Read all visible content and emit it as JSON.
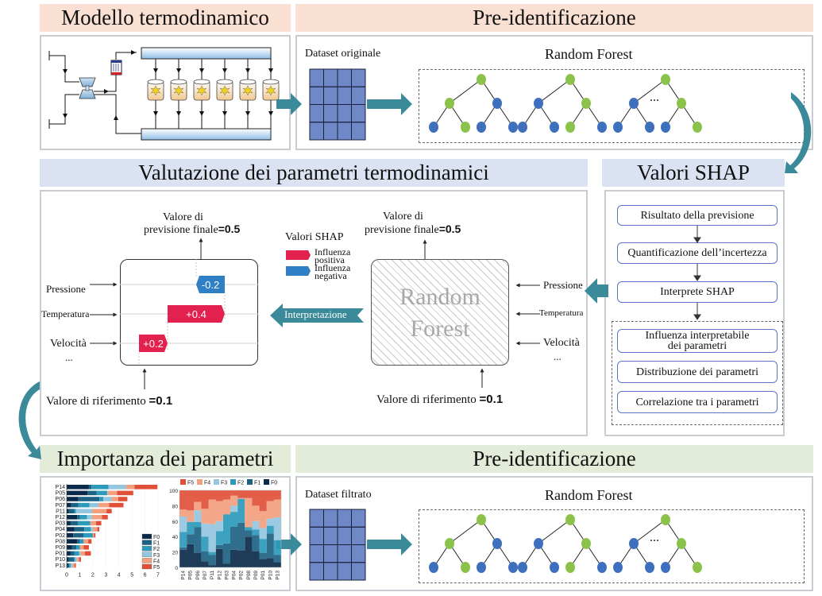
{
  "colors": {
    "teal_arrow": "#3a8a9a",
    "positive": "#e3214f",
    "negative": "#2f7fc4",
    "node_green": "#8bc34a",
    "node_blue": "#3f6fbf",
    "grid_cell": "#6e88c8"
  },
  "sections": {
    "thermo_model": {
      "title": "Modello termodinamico"
    },
    "pre_id_top": {
      "title": "Pre-identificazione",
      "dataset_label": "Dataset originale",
      "forest_title": "Random Forest",
      "ellipsis": "..."
    },
    "evaluation": {
      "title": "Valutazione dei parametri termodinamici",
      "final_prediction_line1": "Valore di",
      "final_prediction_line2": "previsione finale",
      "final_prediction_value": "=0.5",
      "reference_label": "Valore di riferimento ",
      "reference_value": "=0.1",
      "inputs": [
        "Pressione",
        "Temperatura",
        "Velocità",
        "..."
      ],
      "shap_bars": [
        {
          "feature": "Pressione",
          "label": "-0.2",
          "value": -0.2,
          "sign": "negative"
        },
        {
          "feature": "Temperatura",
          "label": "+0.4",
          "value": 0.4,
          "sign": "positive"
        },
        {
          "feature": "Velocità",
          "label": "+0.2",
          "value": 0.2,
          "sign": "positive"
        }
      ],
      "legend_title": "Valori SHAP",
      "legend_positive": [
        "Influenza",
        "positiva"
      ],
      "legend_negative": [
        "Influenza",
        "negativa"
      ],
      "interpretation_label": "Interpretazione",
      "model_label_line1": "Random",
      "model_label_line2": "Forest"
    },
    "shap_values": {
      "title": "Valori SHAP",
      "steps": [
        "Risultato della previsione",
        "Quantificazione dell’incertezza",
        "Interprete SHAP"
      ],
      "outputs": [
        [
          "Influenza interpretabile",
          "dei parametri"
        ],
        [
          "Distribuzione dei parametri"
        ],
        [
          "Correlazione tra i parametri"
        ]
      ]
    },
    "importance": {
      "title": "Importanza dei parametri"
    },
    "pre_id_bottom": {
      "title": "Pre-identificazione",
      "dataset_label": "Dataset filtrato",
      "forest_title": "Random Forest",
      "ellipsis": "..."
    }
  },
  "chart_data": [
    {
      "type": "bar",
      "orientation": "horizontal-stacked",
      "title": "",
      "categories": [
        "P14",
        "P05",
        "P06",
        "P07",
        "P11",
        "P12",
        "P03",
        "P04",
        "P02",
        "P08",
        "P09",
        "P01",
        "P10",
        "P13"
      ],
      "series": [
        {
          "name": "F0",
          "color": "#0b2a4a",
          "values": [
            1.7,
            1.6,
            0.9,
            0.35,
            0.15,
            0.8,
            0.3,
            0.6,
            0.5,
            0.8,
            0.4,
            0.3,
            0.15,
            0.1
          ]
        },
        {
          "name": "F1",
          "color": "#1d6283",
          "values": [
            0.2,
            0.7,
            1.6,
            0.55,
            0.45,
            0.2,
            0.55,
            0.75,
            0.8,
            0.2,
            0.35,
            0.3,
            0.4,
            0.1
          ]
        },
        {
          "name": "F2",
          "color": "#2b9abb",
          "values": [
            1.3,
            0.8,
            0.3,
            0.85,
            0.1,
            0.55,
            0.95,
            0.5,
            0.7,
            0.3,
            0.25,
            0.35,
            0.1,
            0.1
          ]
        },
        {
          "name": "F3",
          "color": "#94c6e0",
          "values": [
            1.35,
            0.05,
            0.65,
            0.7,
            1.25,
            0.4,
            0.0,
            0.15,
            0.0,
            0.0,
            0.0,
            0.1,
            0.15,
            0.15
          ]
        },
        {
          "name": "F4",
          "color": "#f2a07e",
          "values": [
            0.65,
            0.7,
            0.5,
            0.8,
            1.1,
            0.75,
            0.45,
            0.35,
            0.1,
            0.35,
            0.3,
            0.35,
            0.15,
            0.15
          ]
        },
        {
          "name": "F5",
          "color": "#e05038",
          "values": [
            1.75,
            1.25,
            0.7,
            1.1,
            0.4,
            0.45,
            0.4,
            0.15,
            0.1,
            0.25,
            0.4,
            0.45,
            0.15,
            0.1
          ]
        }
      ],
      "xlim": [
        0,
        7
      ],
      "xticks": [
        0,
        1,
        2,
        3,
        4,
        5,
        6,
        7
      ],
      "legend": "bottom-right"
    },
    {
      "type": "area",
      "stacked": "percent",
      "categories": [
        "P14",
        "P05",
        "P06",
        "P07",
        "P11",
        "P12",
        "P03",
        "P04",
        "P02",
        "P08",
        "P09",
        "P01",
        "P10",
        "P13"
      ],
      "series": [
        {
          "name": "F0",
          "color": "#0b2a4a",
          "values": [
            23,
            30,
            19,
            8,
            3,
            24,
            5,
            23,
            22,
            40,
            21,
            11,
            12,
            7
          ]
        },
        {
          "name": "F1",
          "color": "#1d6283",
          "values": [
            3,
            13,
            33,
            13,
            13,
            5,
            26,
            30,
            36,
            8,
            21,
            8,
            32,
            9
          ]
        },
        {
          "name": "F2",
          "color": "#2b9abb",
          "values": [
            20,
            16,
            7,
            19,
            4,
            18,
            38,
            19,
            31,
            4,
            7,
            18,
            10,
            19
          ]
        },
        {
          "name": "F3",
          "color": "#94c6e0",
          "values": [
            20,
            0,
            15,
            17,
            36,
            13,
            0,
            8,
            0,
            0,
            11,
            14,
            9,
            30
          ]
        },
        {
          "name": "F4",
          "color": "#f2a07e",
          "values": [
            9,
            15,
            11,
            19,
            32,
            26,
            19,
            13,
            1,
            38,
            20,
            22,
            23,
            23
          ]
        },
        {
          "name": "F5",
          "color": "#e05038",
          "values": [
            25,
            26,
            15,
            24,
            12,
            14,
            12,
            7,
            10,
            10,
            20,
            27,
            14,
            12
          ]
        }
      ],
      "ylim": [
        0,
        100
      ],
      "yticks": [
        0,
        20,
        40,
        60,
        80,
        100
      ],
      "legend": "top"
    }
  ]
}
